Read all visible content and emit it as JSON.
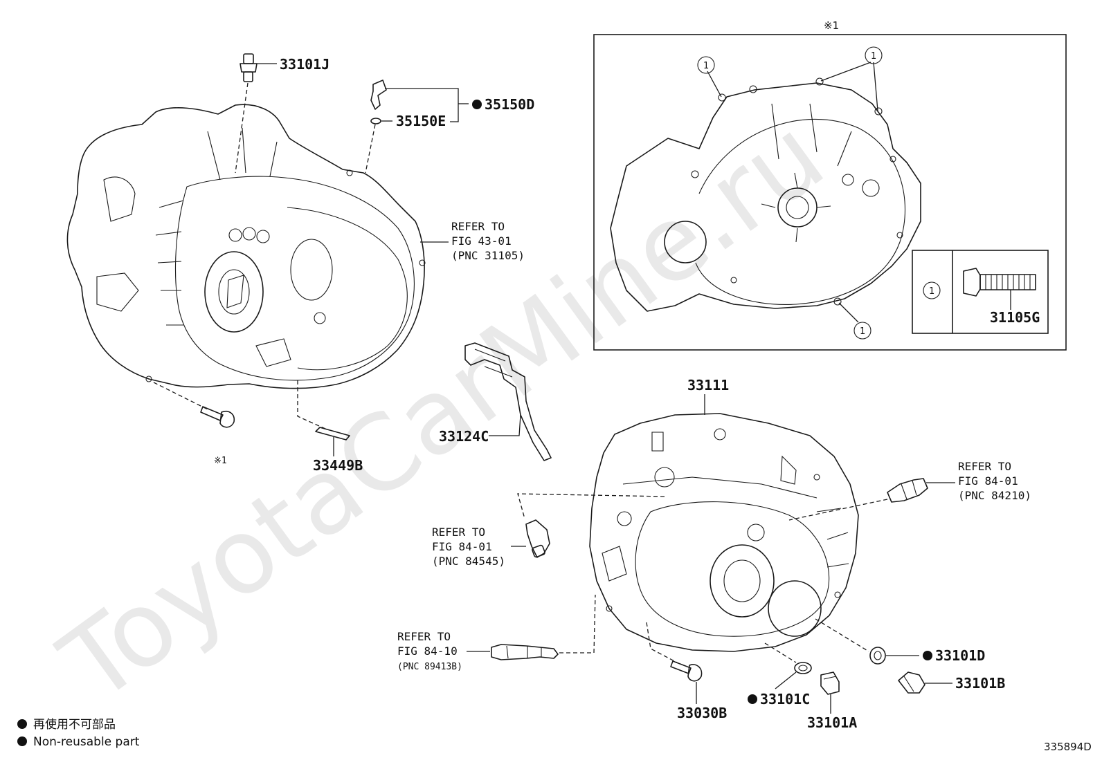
{
  "watermark": "ToyotaCarMine.ru",
  "inset": {
    "title": "※1",
    "callout": "1",
    "bolt_label": "31105G"
  },
  "labels": {
    "p33101J": "33101J",
    "p35150D": "35150D",
    "p35150E": "35150E",
    "p33449B": "33449B",
    "note1": "※1",
    "p33124C": "33124C",
    "p33111": "33111",
    "p33030B": "33030B",
    "p33101C": "33101C",
    "p33101A": "33101A",
    "p33101D": "33101D",
    "p33101B": "33101B"
  },
  "refs": {
    "r43": [
      "REFER TO",
      "FIG 43-01",
      "(PNC 31105)"
    ],
    "r8421": [
      "REFER TO",
      "FIG 84-01",
      "(PNC 84210)"
    ],
    "r84545": [
      "REFER TO",
      "FIG 84-01",
      "(PNC 84545)"
    ],
    "r8410": [
      "REFER TO",
      "FIG 84-10",
      "(PNC 89413B)"
    ]
  },
  "legend": {
    "jp": "再使用不可部品",
    "en": "Non-reusable part"
  },
  "drawing_code": "335894D"
}
